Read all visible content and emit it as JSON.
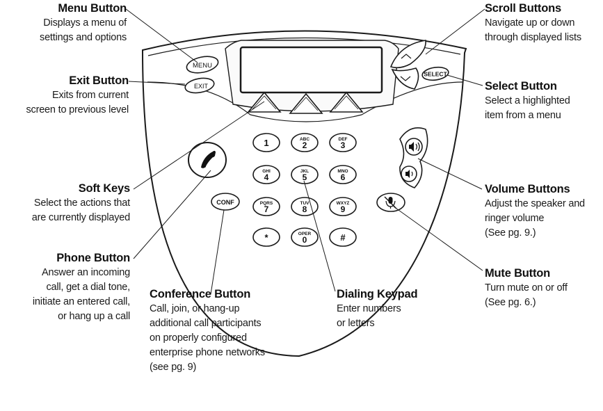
{
  "callouts": {
    "menu": {
      "title": "Menu Button",
      "desc": "Displays a menu of\nsettings and options"
    },
    "exit": {
      "title": "Exit Button",
      "desc": "Exits from current\nscreen to previous level"
    },
    "soft_keys": {
      "title": "Soft Keys",
      "desc": "Select the actions that\nare currently displayed"
    },
    "phone": {
      "title": "Phone Button",
      "desc": "Answer an incoming\ncall, get a dial tone,\ninitiate an entered call,\nor hang up a call"
    },
    "conference": {
      "title": "Conference Button",
      "desc": "Call, join, or hang-up\nadditional call participants\non properly configured\nenterprise phone networks\n(see pg. 9)"
    },
    "dialing": {
      "title": "Dialing Keypad",
      "desc": "Enter numbers\nor letters"
    },
    "scroll": {
      "title": "Scroll Buttons",
      "desc": "Navigate up or down\nthrough displayed lists"
    },
    "select": {
      "title": "Select Button",
      "desc": "Select a highlighted\nitem from a menu"
    },
    "volume": {
      "title": "Volume Buttons",
      "desc": "Adjust the speaker and\nringer volume\n(See pg. 9.)"
    },
    "mute": {
      "title": "Mute Button",
      "desc": "Turn mute on or off\n(See pg. 6.)"
    }
  },
  "buttons": {
    "menu_label": "MENU",
    "exit_label": "EXIT",
    "select_label": "SELECT",
    "conf_label": "CONF"
  },
  "keypad": [
    {
      "digit": "1",
      "letters": ""
    },
    {
      "digit": "2",
      "letters": "ABC"
    },
    {
      "digit": "3",
      "letters": "DEF"
    },
    {
      "digit": "4",
      "letters": "GHI"
    },
    {
      "digit": "5",
      "letters": "JKL"
    },
    {
      "digit": "6",
      "letters": "MNO"
    },
    {
      "digit": "7",
      "letters": "PQRS"
    },
    {
      "digit": "8",
      "letters": "TUV"
    },
    {
      "digit": "9",
      "letters": "WXYZ"
    },
    {
      "digit": "*",
      "letters": ""
    },
    {
      "digit": "0",
      "letters": "OPER"
    },
    {
      "digit": "#",
      "letters": ""
    }
  ]
}
